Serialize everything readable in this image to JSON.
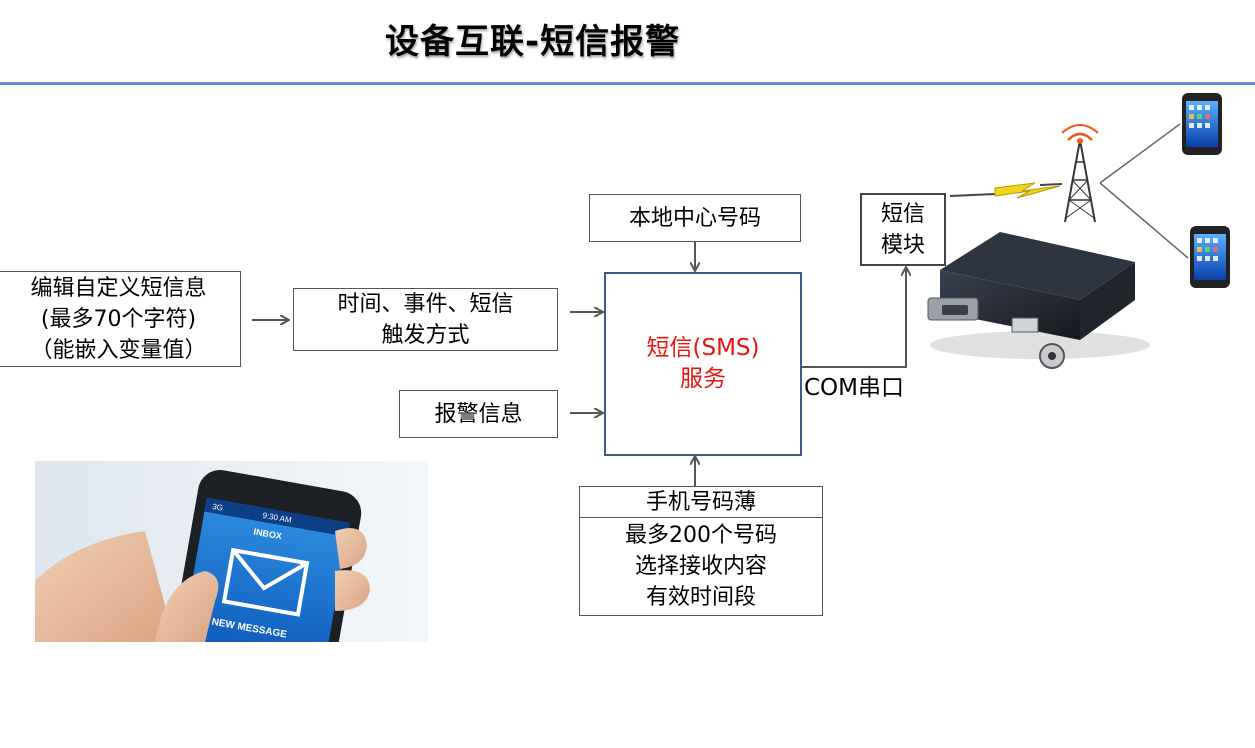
{
  "title": "设备互联-短信报警",
  "colors": {
    "rule": "#5b8fd0",
    "service_text": "#e8140e",
    "service_border": "#3d5a8a",
    "arrow": "#555555",
    "bolt": "#f2d41c"
  },
  "boxes": {
    "edit_msg": {
      "lines": [
        "编辑自定义短信息",
        "(最多70个字符)",
        "（能嵌入变量值）"
      ]
    },
    "trigger": {
      "lines": [
        "时间、事件、短信",
        "触发方式"
      ]
    },
    "center_num": {
      "lines": [
        "本地中心号码"
      ]
    },
    "alarm_info": {
      "lines": [
        "报警信息"
      ]
    },
    "sms_service": {
      "lines": [
        "短信(SMS)",
        "服务"
      ]
    },
    "phonebook_header": {
      "lines": [
        "手机号码薄"
      ]
    },
    "phonebook_body": {
      "lines": [
        "最多200个号码",
        "选择接收内容",
        "有效时间段"
      ]
    },
    "sms_module": {
      "lines": [
        "短信",
        "模块"
      ]
    }
  },
  "com_label": "COM串口",
  "phone_screen": {
    "status_left": "3G",
    "status_time": "9:30 AM",
    "inbox": "INBOX",
    "message": "1 NEW MESSAGE"
  },
  "icons": [
    "envelope-icon",
    "phone-icon",
    "cell-tower-icon",
    "lightning-bolt-icon",
    "gsm-modem-icon"
  ]
}
